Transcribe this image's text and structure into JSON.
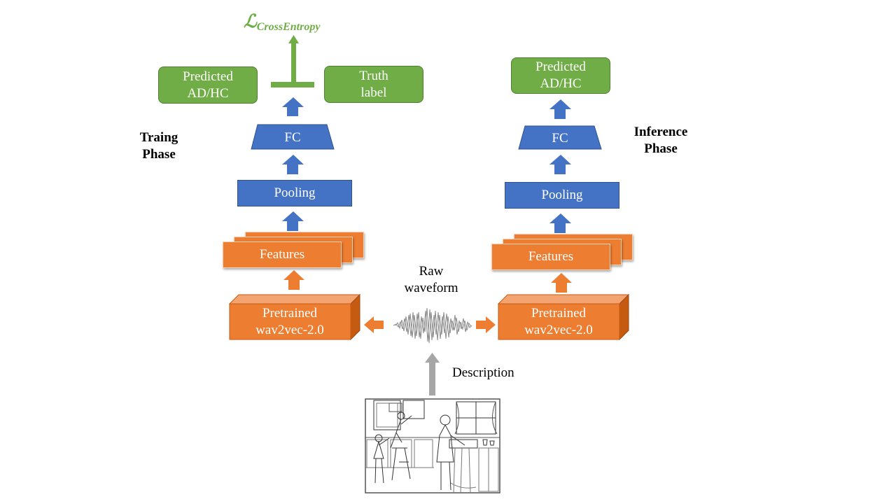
{
  "loss_label": "ℒ",
  "loss_subscript": "CrossEntropy",
  "training": {
    "phase_line1": "Traing",
    "phase_line2": "Phase",
    "predicted_line1": "Predicted",
    "predicted_line2": "AD/HC",
    "truth_line1": "Truth",
    "truth_line2": "label",
    "fc": "FC",
    "pooling": "Pooling",
    "features": "Features",
    "pretrained_line1": "Pretrained",
    "pretrained_line2": "wav2vec-2.0"
  },
  "inference": {
    "phase_line1": "Inference",
    "phase_line2": "Phase",
    "predicted_line1": "Predicted",
    "predicted_line2": "AD/HC",
    "fc": "FC",
    "pooling": "Pooling",
    "features": "Features",
    "pretrained_line1": "Pretrained",
    "pretrained_line2": "wav2vec-2.0"
  },
  "waveform_line1": "Raw",
  "waveform_line2": "waveform",
  "description": "Description",
  "colors": {
    "green": "#70ad47",
    "blue": "#4472c4",
    "orange": "#ed7d31",
    "gray_arrow": "#a6a6a6"
  }
}
